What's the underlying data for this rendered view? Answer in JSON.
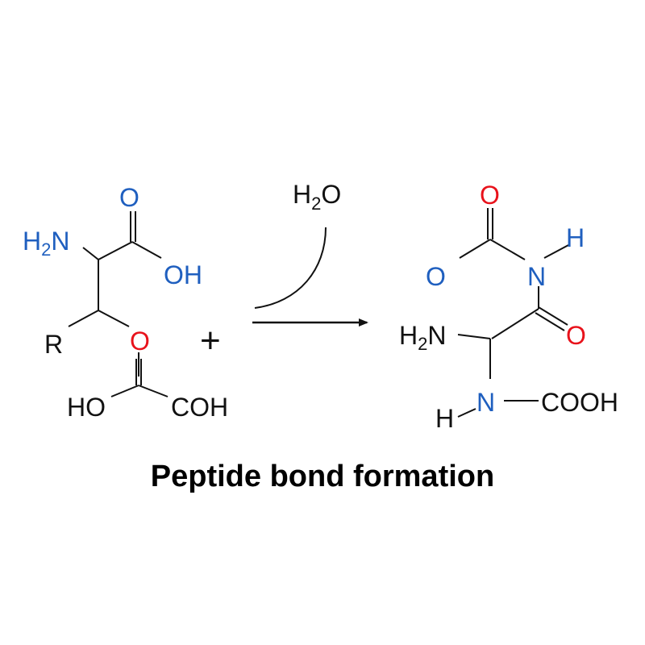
{
  "colors": {
    "black": "#111111",
    "blue": "#1f5fbf",
    "red": "#e8121b"
  },
  "plus": "+",
  "caption": "Peptide bond formation",
  "reactant": {
    "amine": {
      "main": "H",
      "sub": "2",
      "tail": "N"
    },
    "carbonyl_o": "O",
    "hydroxyl": "OH",
    "r_group": "R",
    "ester_o": "O",
    "acid_carbonyl_o": "O",
    "ho": "HO",
    "coh": "COH"
  },
  "water": {
    "main": "H",
    "sub": "2",
    "tail": "O"
  },
  "product": {
    "carbonyl_o_top": "O",
    "h_top": "H",
    "o_left": "O",
    "n_top": "N",
    "amine": {
      "main": "H",
      "sub": "2",
      "tail": "N"
    },
    "carbonyl_o_right": "O",
    "h_bottom": "H",
    "n_bottom": "N",
    "cooh": "COOH"
  }
}
